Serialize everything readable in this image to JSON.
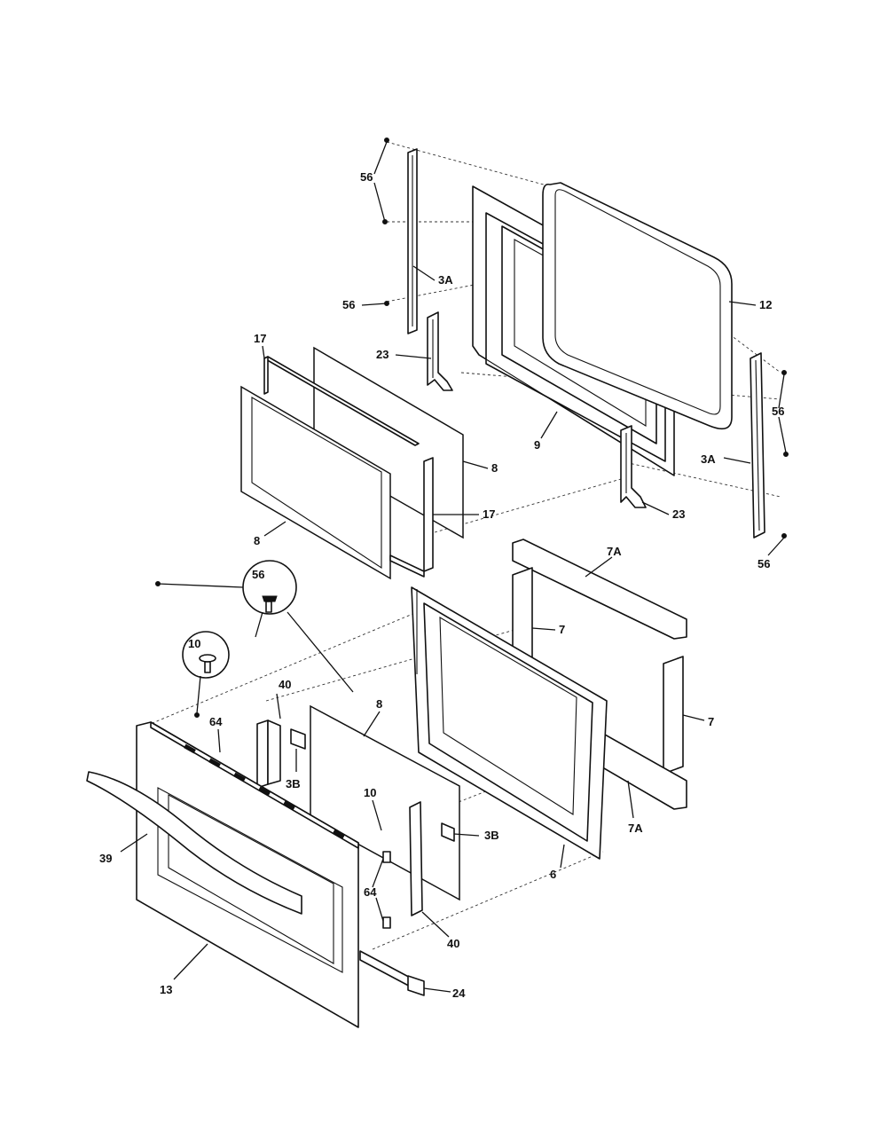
{
  "callouts": {
    "c56_top": "56",
    "c3A_left": "3A",
    "c56_left": "56",
    "c12": "12",
    "c17_top": "17",
    "c23_left": "23",
    "c8_mid": "8",
    "c9": "9",
    "c56_right": "56",
    "c3A_right": "3A",
    "c17_bottom": "17",
    "c23_right": "23",
    "c8_left": "8",
    "c56_bottom_right": "56",
    "c7A_top": "7A",
    "c56_circle": "56",
    "c7_left": "7",
    "c10_circle": "10",
    "c40_top": "40",
    "c8_lower": "8",
    "c64_top": "64",
    "c7_right": "7",
    "c3B_left": "3B",
    "c10_mid": "10",
    "c3B_right": "3B",
    "c7A_bottom": "7A",
    "c39": "39",
    "c6": "6",
    "c64_bottom": "64",
    "c40_bottom": "40",
    "c13": "13",
    "c24": "24"
  }
}
